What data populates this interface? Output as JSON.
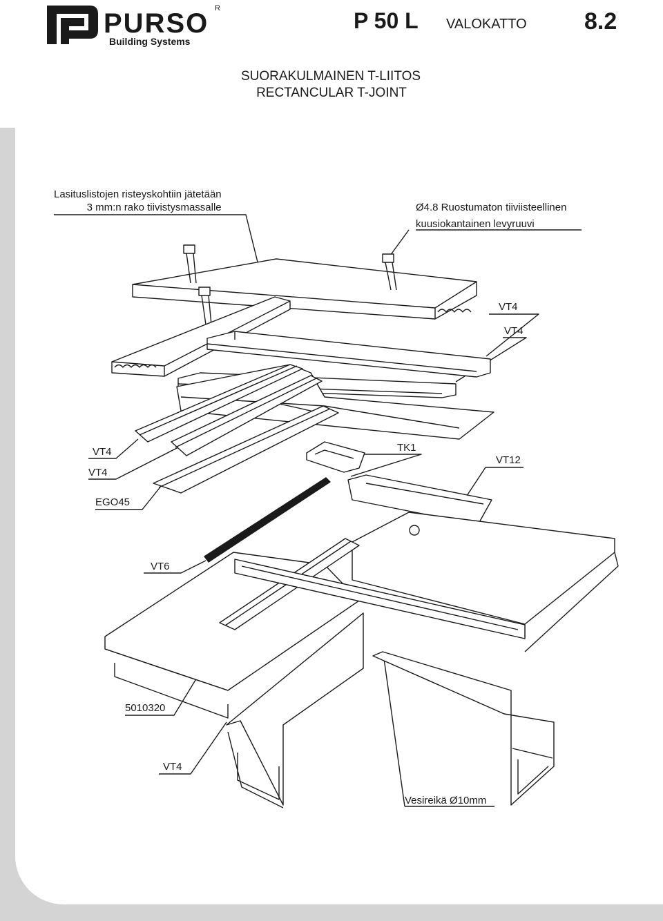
{
  "header": {
    "brand": "PURSO",
    "brand_registered": "R",
    "brand_sub": "Building Systems",
    "product_code": "P 50 L",
    "product_type": "VALOKATTO",
    "page_number": "8.2"
  },
  "title": {
    "fi": "SUORAKULMAINEN T-LIITOS",
    "en": "RECTANCULAR T-JOINT"
  },
  "notes": {
    "left_line1": "Lasituslistojen risteyskohtiin jätetään",
    "left_line2": "3 mm:n rako tiivistysmassalle",
    "right_line1": "Ø4.8 Ruostumaton tiiviisteellinen",
    "right_line2": "kuusiokantainen levyruuvi"
  },
  "labels": {
    "vt4_a": "VT4",
    "vt4_b": "VT4",
    "vt4_c": "VT4",
    "vt4_d": "VT4",
    "tk1": "TK1",
    "vt12": "VT12",
    "ego45": "EGO45",
    "vt6": "VT6",
    "part_5010320": "5010320",
    "vt4_e": "VT4",
    "drain_hole": "Vesireikä Ø10mm"
  },
  "colors": {
    "line": "#1a1a1a",
    "frame_grey": "#d4d4d4"
  }
}
